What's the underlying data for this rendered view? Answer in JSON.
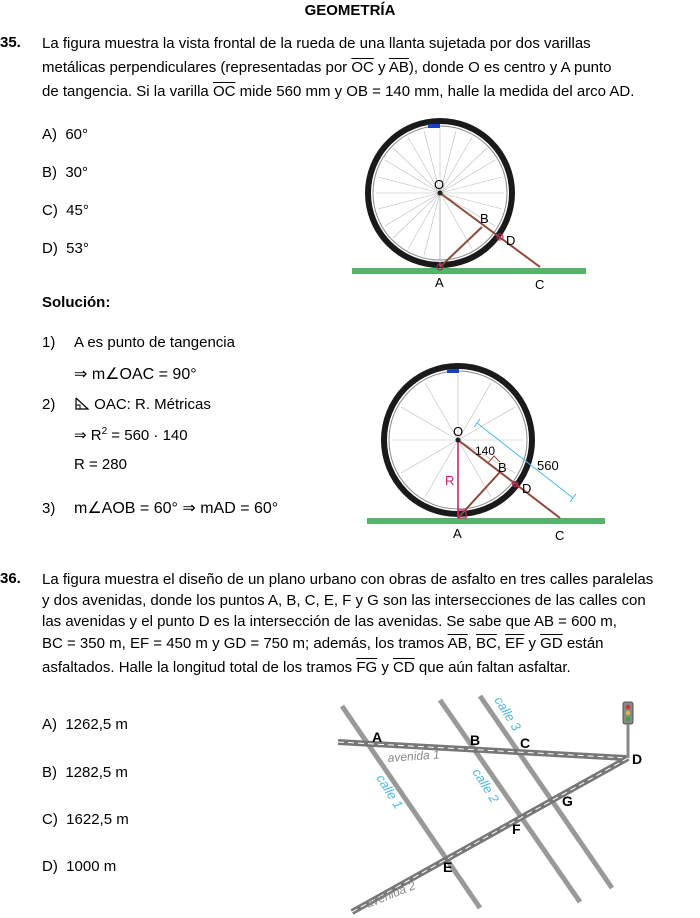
{
  "header": {
    "title": "GEOMETRÍA"
  },
  "q35": {
    "number": "35.",
    "line1": "La figura muestra la vista frontal de la rueda de una llanta sujetada por dos varillas",
    "line2_a": "metálicas perpendiculares (representadas por",
    "seg_oc": "OC",
    "line2_y": "y",
    "seg_ab": "AB",
    "line2_b": "), donde O es centro y A punto",
    "line3_a": "de tangencia. Si la varilla",
    "line3_b": "mide 560 mm y OB = 140 mm, halle la medida del arco",
    "arc_ad": "AD",
    "options": [
      {
        "letter": "A)",
        "value": "60°"
      },
      {
        "letter": "B)",
        "value": "30°"
      },
      {
        "letter": "C)",
        "value": "45°"
      },
      {
        "letter": "D)",
        "value": "53°"
      }
    ],
    "fig_labels": {
      "o": "O",
      "b": "B",
      "d": "D",
      "a": "A",
      "c": "C"
    },
    "solution": {
      "heading": "Solución:",
      "s1_num": "1)",
      "s1_text": "A es punto de tangencia",
      "s1_eq": "⇒ m∠OAC = 90°",
      "s2_num": "2)",
      "s2_text": "OAC: R. Métricas",
      "s2_eq_a": "⇒  R",
      "s2_eq_sup": "2",
      "s2_eq_b": " = 560 · 140",
      "s2_res": "R = 280",
      "s3_num": "3)",
      "s3_eq": "m∠AOB = 60° ⇒ mAD = 60°"
    },
    "fig2_labels": {
      "o": "O",
      "b": "B",
      "d": "D",
      "a": "A",
      "c": "C",
      "r": "R",
      "n140": "140",
      "n560": "560"
    }
  },
  "q36": {
    "number": "36.",
    "line1": "La figura muestra el diseño de un plano urbano con obras de asfalto en tres calles paralelas",
    "line2": "y dos avenidas, donde los puntos A, B, C, E, F y G son las intersecciones de las calles con",
    "line3": "las avenidas y el punto D es la intersección de las avenidas. Se sabe que AB = 600 m,",
    "line4": "BC = 350 m, EF = 450 m y GD = 750 m; además, los tramos",
    "seg_ab": "AB",
    "seg_bc": "BC",
    "seg_ef": "EF",
    "line4_y": "y",
    "seg_gd": "GD",
    "line4_end": "están",
    "line5_a": "asfaltados. Halle la longitud total de los tramos",
    "seg_fg": "FG",
    "line5_y": "y",
    "seg_cd": "CD",
    "line5_b": "que aún faltan asfaltar.",
    "options": [
      {
        "letter": "A)",
        "value": "1262,5 m"
      },
      {
        "letter": "B)",
        "value": "1282,5 m"
      },
      {
        "letter": "C)",
        "value": "1622,5 m"
      },
      {
        "letter": "D)",
        "value": "1000 m"
      }
    ],
    "map_labels": {
      "a": "A",
      "b": "B",
      "c": "C",
      "d": "D",
      "e": "E",
      "f": "F",
      "g": "G",
      "avenida1": "avenida 1",
      "avenida2": "avenida 2",
      "calle1": "calle 1",
      "calle2": "calle 2",
      "calle3": "calle 3"
    }
  }
}
